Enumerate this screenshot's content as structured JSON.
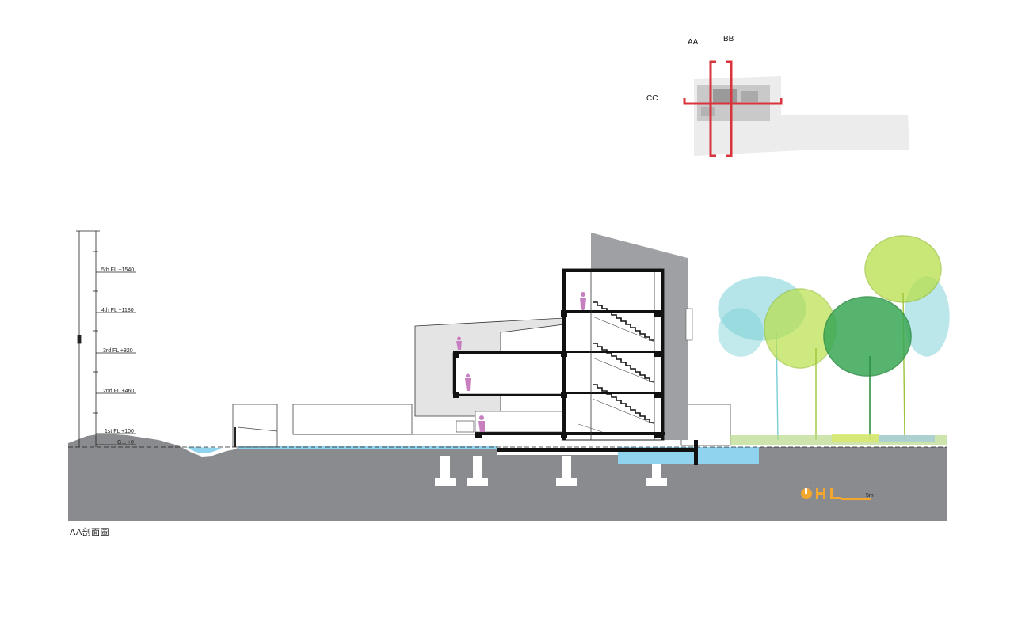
{
  "key_plan": {
    "labels": {
      "aa": "AA",
      "bb": "BB",
      "cc": "CC"
    },
    "cut_color": "#d8343b"
  },
  "levels": [
    {
      "label": "5th FL +1540"
    },
    {
      "label": "4th FL +1180"
    },
    {
      "label": "3rd FL +820"
    },
    {
      "label": "2nd FL +460"
    },
    {
      "label": "1st FL +100"
    },
    {
      "label": "G.L +0"
    }
  ],
  "scale_bar": {
    "logo": "OHL",
    "text": "5m",
    "color": "#f4a72e"
  },
  "caption": "AA剖面圖",
  "colors": {
    "ground": "#8a8b8e",
    "water": "#8fd3ef",
    "roof": "#9ea0a3",
    "figure": "#c77fbf",
    "tree_cyan": "#7ad0d6",
    "tree_lime": "#b8e04a",
    "tree_green": "#3aa855"
  }
}
